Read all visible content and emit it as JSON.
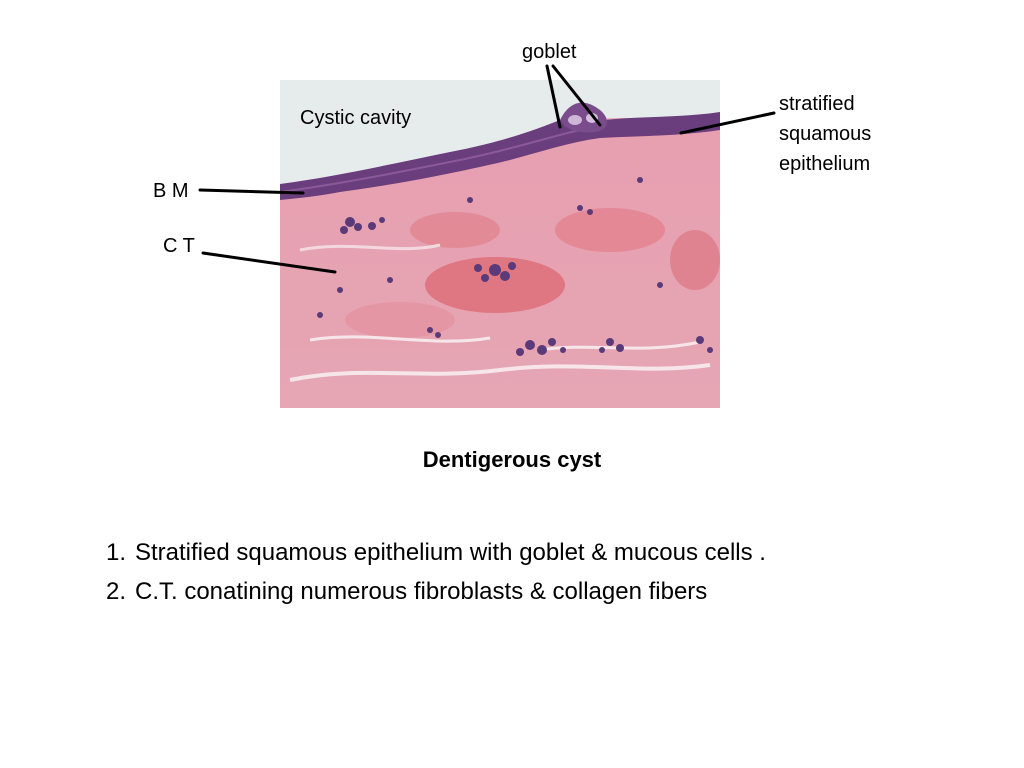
{
  "labels": {
    "cystic_cavity": "Cystic cavity",
    "goblet": "goblet",
    "epithelium_lines": [
      "stratified",
      "squamous",
      "epithelium"
    ],
    "basement_membrane": "B M",
    "connective_tissue": "C T"
  },
  "caption": "Dentigerous cyst",
  "points": [
    {
      "num": "1.",
      "text": "Stratified squamous epithelium with goblet & mucous cells ."
    },
    {
      "num": "2.",
      "text": "C.T. conatining numerous fibroblasts & collagen fibers"
    }
  ],
  "colors": {
    "cavity": "#e6ecec",
    "epithelium": "#6a3d7c",
    "connective_tissue": "#e7a0ad",
    "hemorrhage": "#d8606d",
    "nuclei": "#5a3a78",
    "leader_lines": "#000000"
  }
}
